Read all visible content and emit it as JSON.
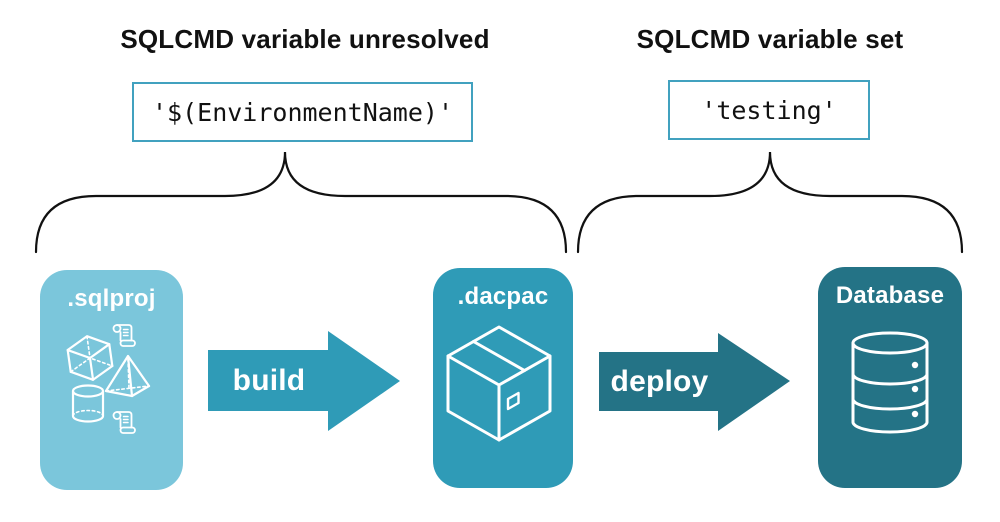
{
  "annotations": {
    "left": {
      "heading": "SQLCMD variable unresolved",
      "value": "'$(EnvironmentName)'"
    },
    "right": {
      "heading": "SQLCMD variable set",
      "value": "'testing'"
    }
  },
  "stages": {
    "sqlproj": {
      "label": ".sqlproj"
    },
    "dacpac": {
      "label": ".dacpac"
    },
    "database": {
      "label": "Database"
    }
  },
  "arrows": {
    "build": {
      "label": "build"
    },
    "deploy": {
      "label": "deploy"
    }
  },
  "icons": {
    "sqlproj_card": [
      "cube-icon",
      "scroll-icon",
      "pyramid-icon",
      "cylinder-icon",
      "scroll-icon"
    ],
    "dacpac_card": "package-icon",
    "database_card": "database-icon"
  },
  "colors": {
    "stage_sqlproj_bg": "#7bc6db",
    "stage_dacpac_bg": "#2f9bb7",
    "stage_database_bg": "#247386",
    "arrow_build": "#2f9bb7",
    "arrow_deploy": "#247386",
    "annotation_box_border": "#41a1bf",
    "brace_stroke": "#111111",
    "icon_stroke": "#ffffff",
    "heading_text": "#111111",
    "background": "#ffffff"
  }
}
